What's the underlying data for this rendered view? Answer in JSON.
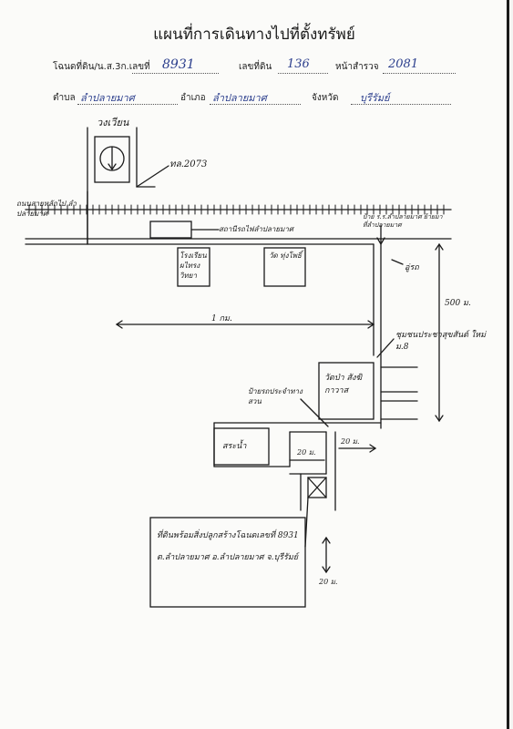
{
  "document": {
    "title": "แผนที่การเดินทางไปที่ตั้งทรัพย์"
  },
  "header_fields": {
    "deed_label": "โฉนดที่ดิน/น.ส.3ก.เลขที่",
    "deed_value": "8931",
    "land_no_label": "เลขที่ดิน",
    "land_no_value": "136",
    "survey_page_label": "หน้าสำรวจ",
    "survey_page_value": "2081",
    "subdistrict_label": "ตำบล",
    "subdistrict_value": "ลำปลายมาศ",
    "district_label": "อำเภอ",
    "district_value": "ลำปลายมาศ",
    "province_label": "จังหวัด",
    "province_value": "บุรีรัมย์"
  },
  "map": {
    "roundabout": "วงเวียน",
    "highway": "ทล.2073",
    "road_left": "ถนนสายหลักไป ลำปลายมาศ",
    "station": "สถานีรถไฟลำปลายมาศ",
    "crossing_sign": "ป้าย ร.ร.ลำปลายมาศ ย้ายมาที่ลำปลายมาศ",
    "school": "โรงเรียน ผไทรง วิทยา",
    "wat_upper": "วัด ทุ่งโพธิ์",
    "pole": "อู่รถ",
    "dist_1km": "1 กม.",
    "dist_500m": "500 ม.",
    "village": "ชุมชนประชาสุขสันต์ ใหม่ ม.8",
    "wat_lower": "วัดป่า สังฆิกาวาส",
    "bus_stop": "ป้ายรถประจำทาง สวน",
    "pond": "สระน้ำ",
    "dist_20m_a": "20 ม.",
    "dist_20m_b": "20 ม.",
    "dist_20m_c": "20 ม.",
    "note": "ที่ดินพร้อมสิ่งปลูกสร้างโฉนดเลขที่ 8931 ต.ลำปลายมาศ อ.ลำปลายมาศ จ.บุรีรัมย์"
  }
}
